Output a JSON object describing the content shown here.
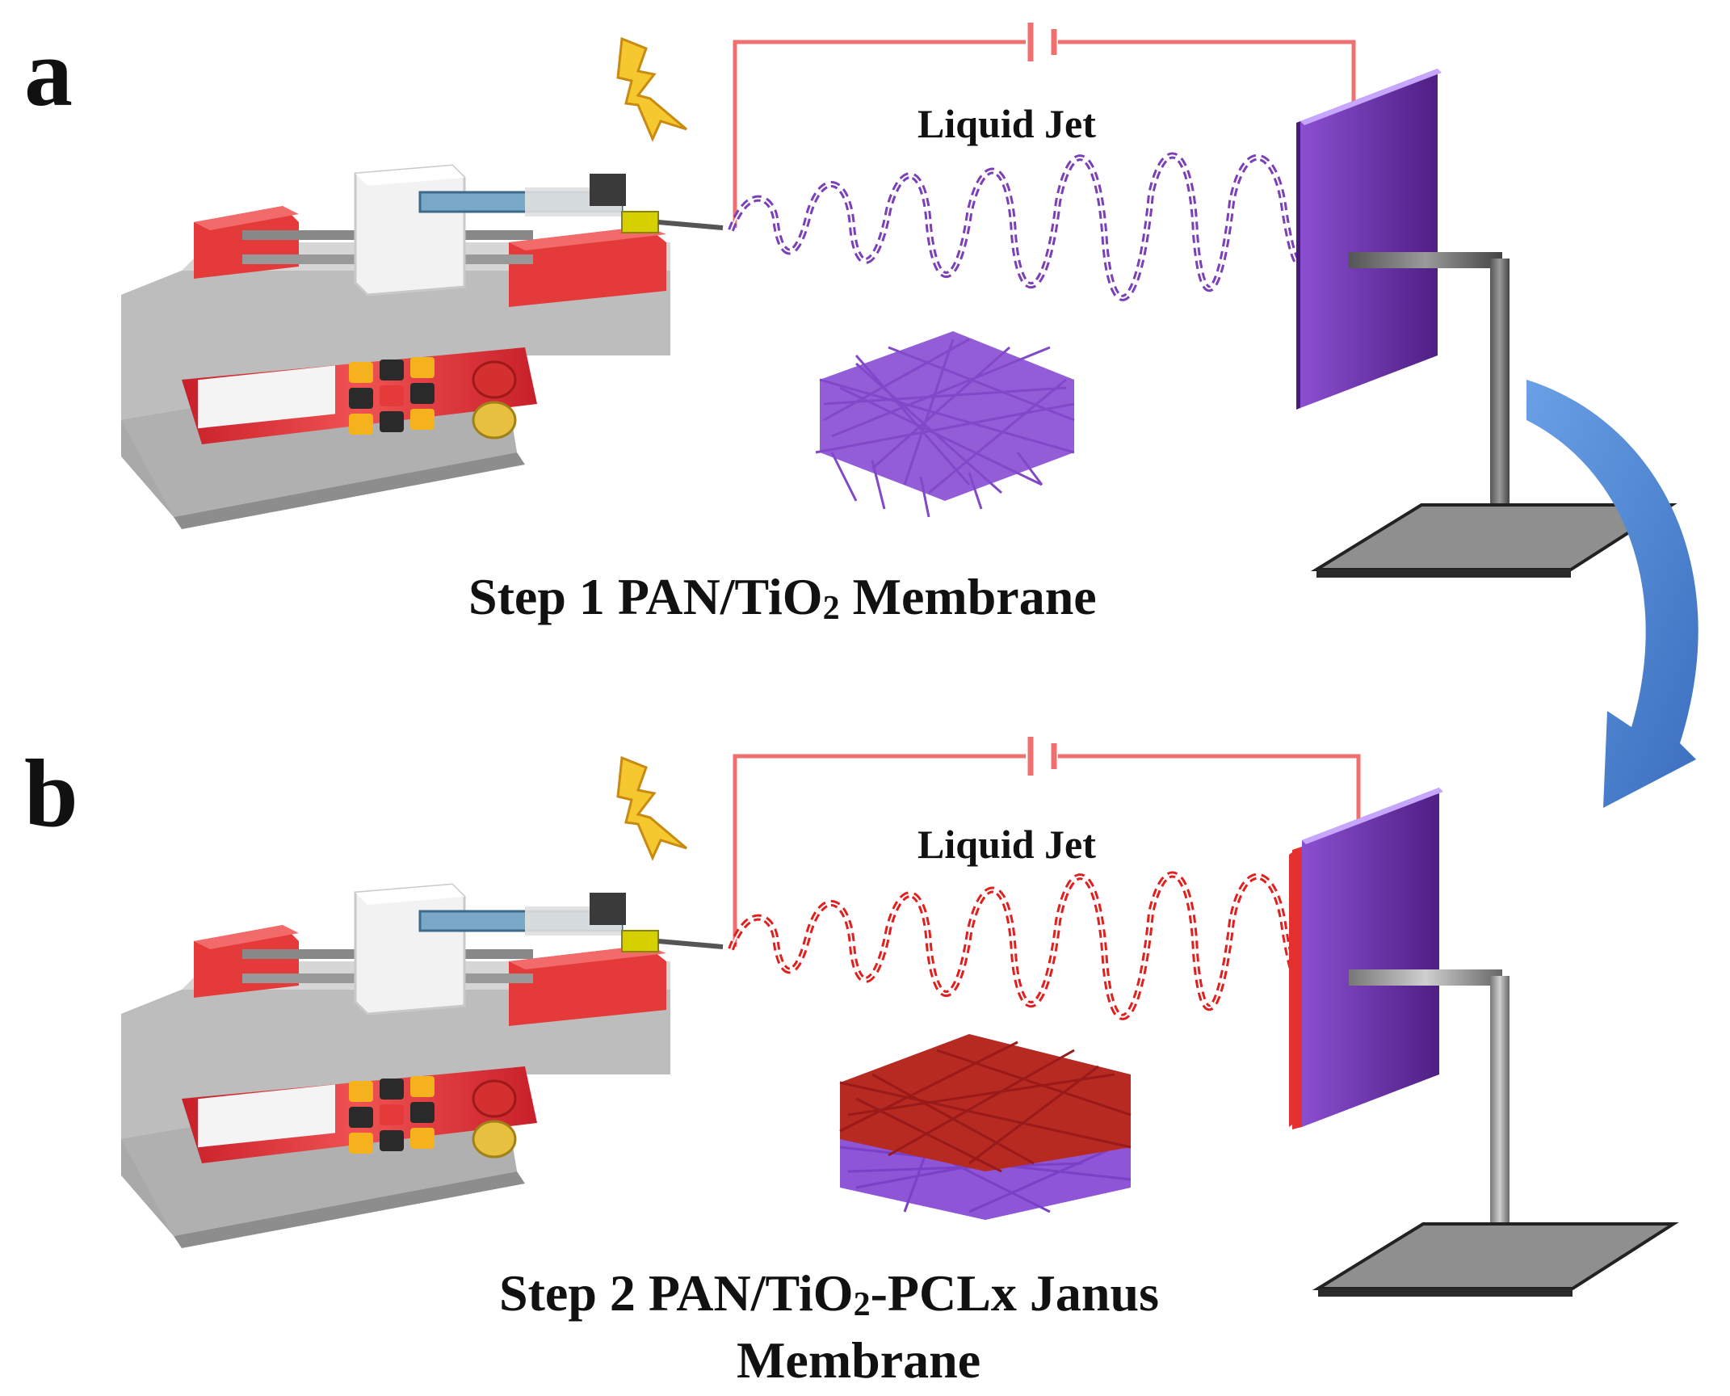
{
  "panels": [
    {
      "letter": "a",
      "jet_label": "Liquid Jet",
      "caption": {
        "pre": "Step 1 PAN/TiO",
        "sub": "2",
        "post": " Membrane"
      },
      "jet_color": "#7b3fb8"
    },
    {
      "letter": "b",
      "jet_label": "Liquid Jet",
      "caption": {
        "line1_pre": "Step 2  PAN/TiO",
        "line1_sub": "2",
        "line1_post": "-PCLx Janus",
        "line2": "Membrane"
      },
      "jet_color": "#e0201e"
    }
  ],
  "colors": {
    "wire": "#f07070",
    "pump_red": "#e53a3a",
    "pump_gray": "#b9b9b9",
    "collector_purple": "#6a2fa0",
    "arrow_blue": "#4f88d4",
    "bolt_yellow": "#f6c830"
  }
}
